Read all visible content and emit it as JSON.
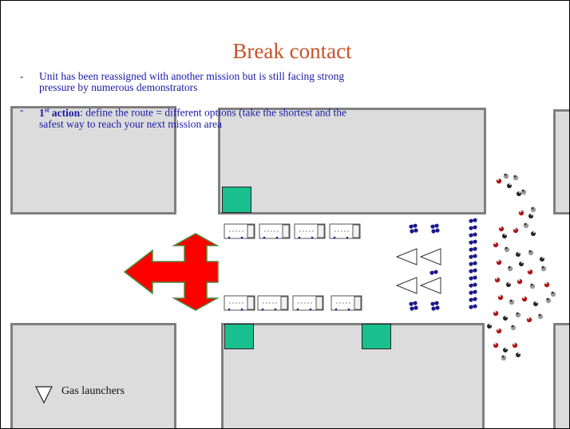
{
  "slide": {
    "title": "Break contact",
    "bullets": [
      {
        "mark": "-",
        "lead": "",
        "text": "Unit has been reassigned with another mission but is still facing  strong pressure by numerous demonstrators"
      },
      {
        "mark": "-",
        "lead": "1st action",
        "text": ": define  the route = different options (take the shortest and the safest way to reach  your next mission area"
      }
    ]
  },
  "legend": {
    "gas_launchers_label": "Gas launchers",
    "gas_launcher_icon": "triangle-down-icon"
  },
  "colors": {
    "title": "#c8522a",
    "bullet_text": "#1a1aa6",
    "building_fill": "#dcdcdc",
    "building_border": "#7f7f7f",
    "vehicle_marker": "#1abf8e",
    "arrow": "#ff0000",
    "arrow_border": "#4a8a3a",
    "police": "#1a1a8c",
    "crowd_red": "#b01515"
  },
  "icons": {
    "arrow": "three-way-arrow-icon",
    "truck": "truck-icon",
    "police": "police-officer-icon",
    "crowd": "demonstrator-icon"
  }
}
